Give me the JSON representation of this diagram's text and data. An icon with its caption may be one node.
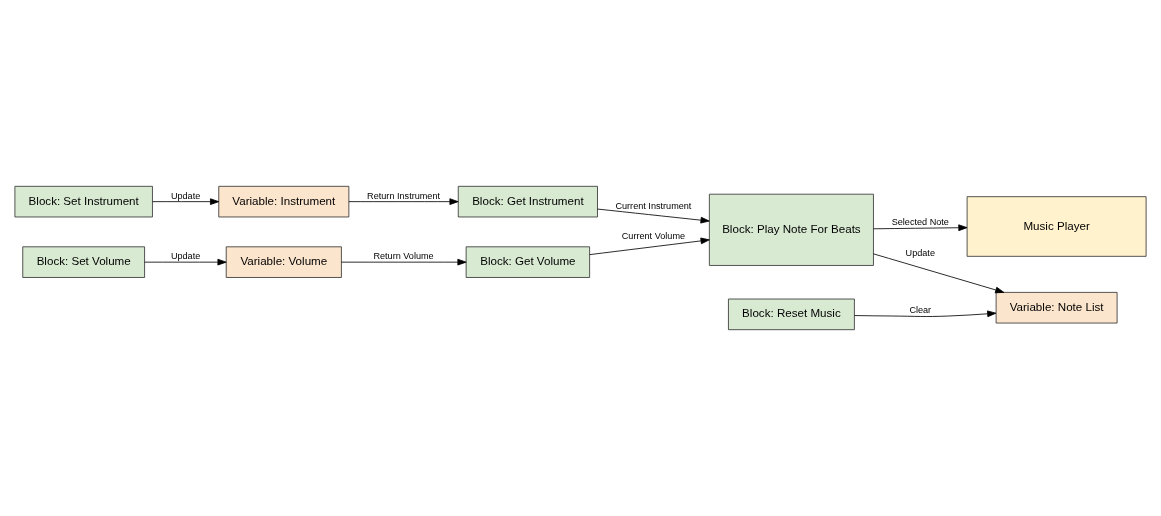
{
  "diagram": {
    "nodes": [
      {
        "text": [
          "Block: Set Instrument"
        ]
      },
      {
        "text": [
          "Variable: Instrument"
        ]
      },
      {
        "text": [
          "Block: Get Instrument"
        ]
      },
      {
        "text": [
          "Block: Set Volume"
        ]
      },
      {
        "text": [
          "Variable: Volume"
        ]
      },
      {
        "text": [
          "Block: Get Volume"
        ]
      },
      {
        "text": [
          "Block: Reset Music"
        ]
      },
      {
        "text": [
          "Variable: Note List"
        ]
      },
      {
        "text": [
          "Block: Play Note For Beats"
        ]
      },
      {
        "text": [
          "Music Player"
        ]
      }
    ],
    "edges": [
      {
        "from": 0,
        "to": 1,
        "arrow": "to",
        "label": "Update"
      },
      {
        "from": 1,
        "to": 2,
        "arrow": "to",
        "label": "Return Instrument"
      },
      {
        "from": 2,
        "to": 8,
        "arrow": "to",
        "label": "Current Instrument"
      },
      {
        "from": 3,
        "to": 4,
        "arrow": "to",
        "label": "Update"
      },
      {
        "from": 4,
        "to": 5,
        "arrow": "to",
        "label": "Return Volume"
      },
      {
        "from": 5,
        "to": 8,
        "arrow": "to",
        "label": "Current Volume"
      },
      {
        "from": 6,
        "to": 7,
        "arrow": "to",
        "label": "Clear"
      },
      {
        "from": 8,
        "to": 7,
        "arrow": "to",
        "label": "Update"
      },
      {
        "from": 8,
        "to": 9,
        "arrow": "to",
        "label": "Selected Note"
      }
    ]
  }
}
